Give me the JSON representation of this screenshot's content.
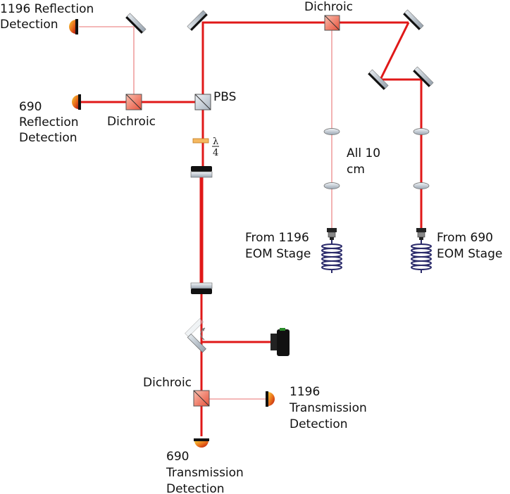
{
  "labels": {
    "refl1196_l1": "1196 Reflection",
    "refl1196_l2": "Detection",
    "refl690_l1": "690",
    "refl690_l2": "Reflection",
    "refl690_l3": "Detection",
    "dichroic_left": "Dichroic",
    "pbs": "PBS",
    "qwp_num": "λ",
    "qwp_den": "4",
    "dichroic_top": "Dichroic",
    "lens_note_l1": "All 10",
    "lens_note_l2": "cm",
    "from1196_l1": "From 1196",
    "from1196_l2": "EOM Stage",
    "from690_l1": "From 690",
    "from690_l2": "EOM Stage",
    "dichroic_bottom": "Dichroic",
    "trans1196_l1": "1196",
    "trans1196_l2": "Transmission",
    "trans1196_l3": "Detection",
    "trans690_l1": "690",
    "trans690_l2": "Transmission",
    "trans690_l3": "Detection"
  },
  "colors": {
    "beam_690": "#e01818",
    "beam_1196": "#f0a0a0",
    "fiber_coil": "#2a2a6a"
  }
}
